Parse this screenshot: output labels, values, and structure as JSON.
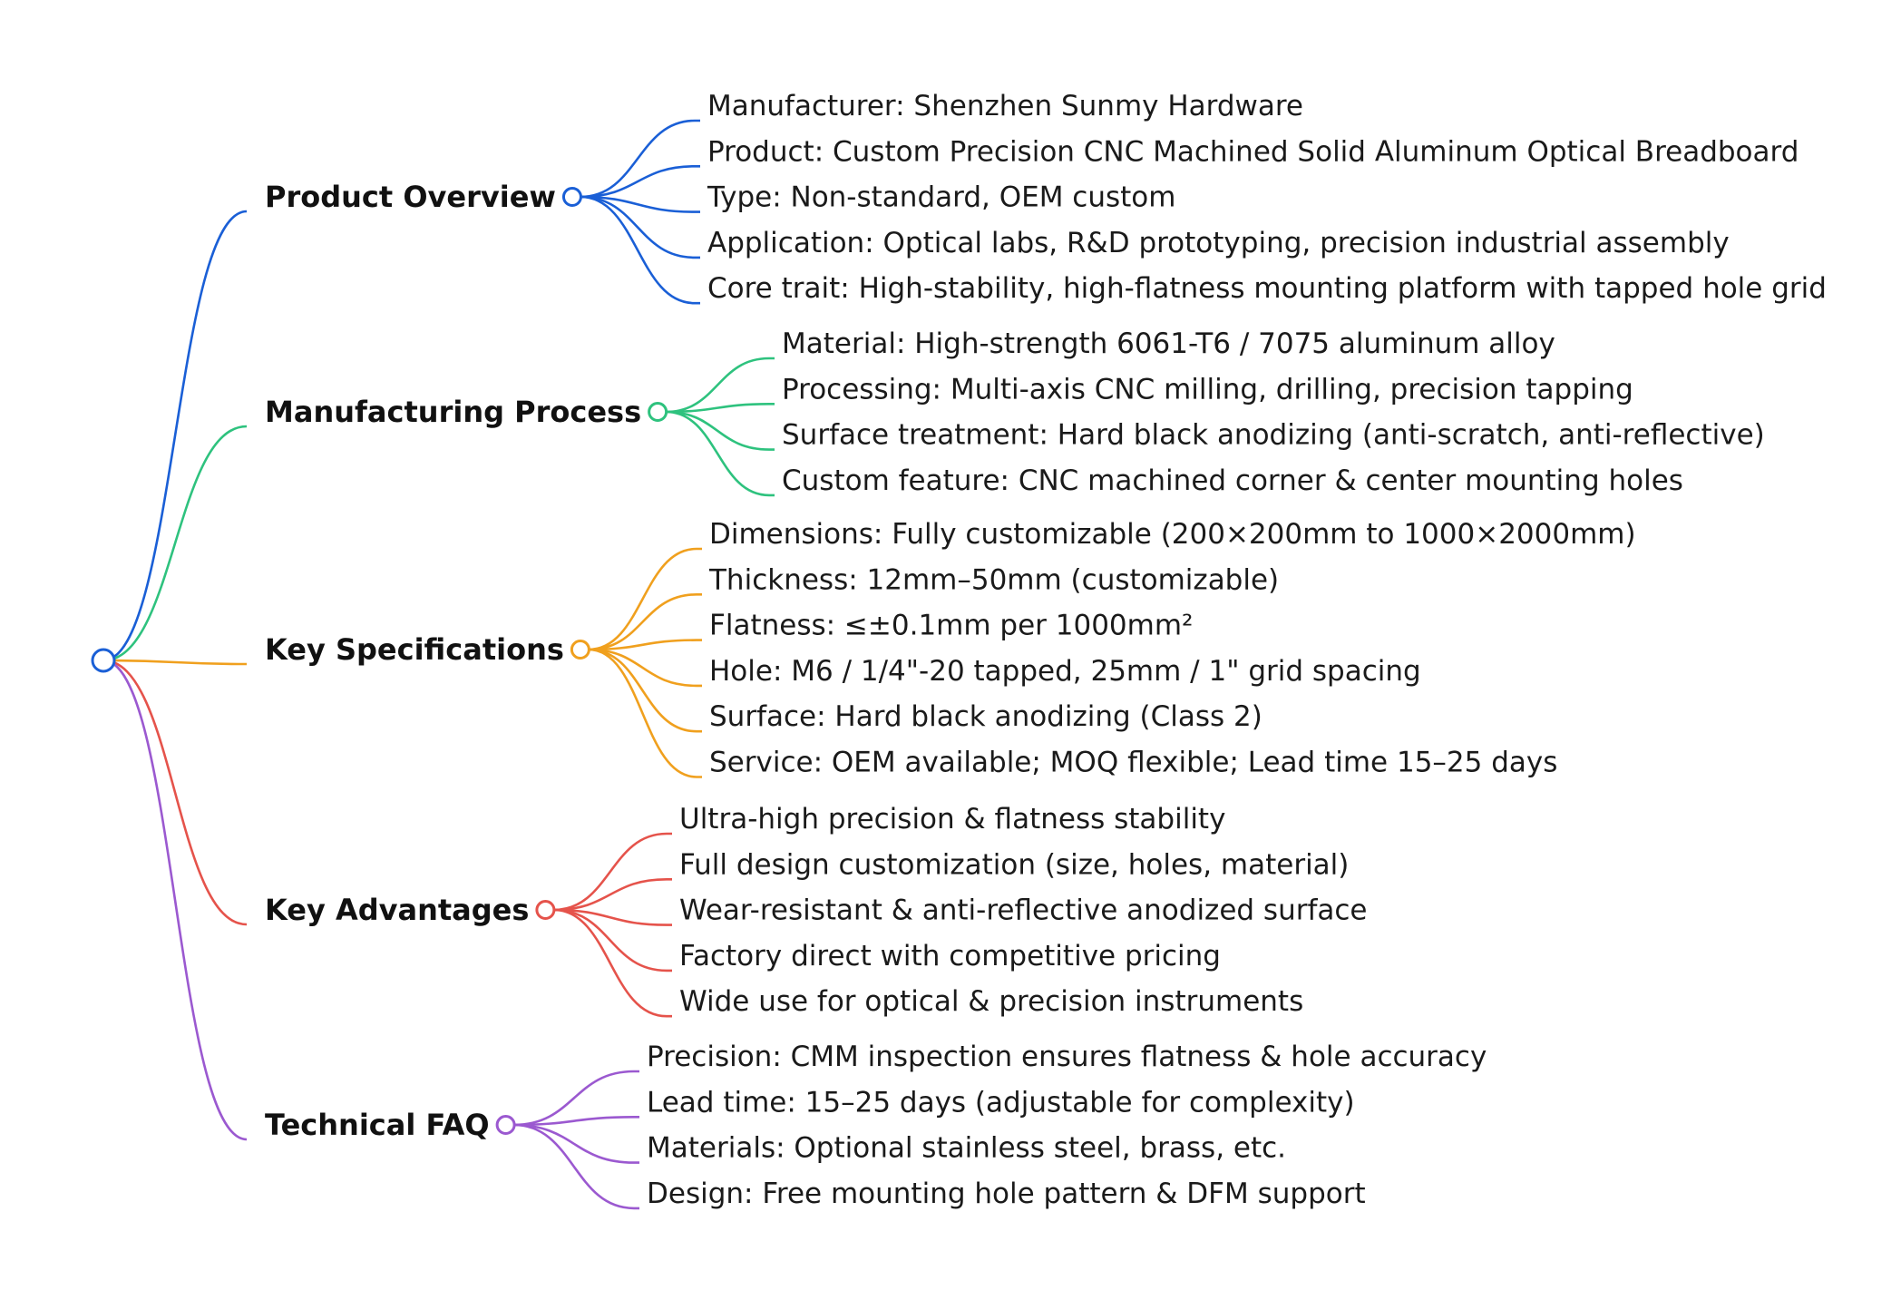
{
  "mindmap": {
    "branches": [
      {
        "label": "Product Overview",
        "color": "#1a5fd6",
        "leaves": [
          "Manufacturer: Shenzhen Sunmy Hardware",
          "Product: Custom Precision CNC Machined Solid Aluminum Optical Breadboard",
          "Type: Non-standard, OEM custom",
          "Application: Optical labs, R&D prototyping, precision industrial assembly",
          "Core trait: High-stability, high-flatness mounting platform with tapped hole grid"
        ]
      },
      {
        "label": "Manufacturing Process",
        "color": "#2ec27e",
        "leaves": [
          "Material: High-strength 6061-T6 / 7075 aluminum alloy",
          "Processing: Multi-axis CNC milling, drilling, precision tapping",
          "Surface treatment: Hard black anodizing (anti-scratch, anti-reflective)",
          "Custom feature: CNC machined corner & center mounting holes"
        ]
      },
      {
        "label": "Key Specifications",
        "color": "#f0a01e",
        "leaves": [
          "Dimensions: Fully customizable (200×200mm to 1000×2000mm)",
          "Thickness: 12mm–50mm (customizable)",
          "Flatness: ≤±0.1mm per 1000mm²",
          "Hole: M6 / 1/4\"-20 tapped, 25mm / 1\" grid spacing",
          "Surface: Hard black anodizing (Class 2)",
          "Service: OEM available; MOQ flexible; Lead time 15–25 days"
        ]
      },
      {
        "label": "Key Advantages",
        "color": "#e5534b",
        "leaves": [
          "Ultra-high precision & flatness stability",
          "Full design customization (size, holes, material)",
          "Wear-resistant & anti-reflective anodized surface",
          "Factory direct with competitive pricing",
          "Wide use for optical & precision instruments"
        ]
      },
      {
        "label": "Technical FAQ",
        "color": "#9b59d0",
        "leaves": [
          "Precision: CMM inspection ensures flatness & hole accuracy",
          "Lead time: 15–25 days (adjustable for complexity)",
          "Materials: Optional stainless steel, brass, etc.",
          "Design: Free mounting hole pattern & DFM support"
        ]
      }
    ],
    "root_color": "#1a5fd6"
  }
}
